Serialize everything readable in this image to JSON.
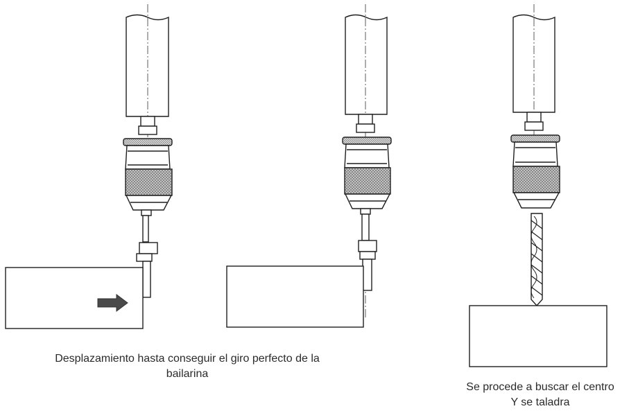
{
  "captions": {
    "left_line1": "Desplazamiento hasta conseguir el giro perfecto de la",
    "left_line2": "bailarina",
    "right_line1": "Se procede a buscar el centro",
    "right_line2": "Y se taladra"
  },
  "figures": [
    {
      "name": "drill-step-1",
      "tool": "edge-finder",
      "edge_finder_offset": true,
      "arrow": "right"
    },
    {
      "name": "drill-step-2",
      "tool": "edge-finder",
      "edge_finder_offset": false,
      "arrow": "none"
    },
    {
      "name": "drill-step-3",
      "tool": "drill-bit",
      "arrow": "none"
    }
  ],
  "colors": {
    "ink": "#1e1e1e",
    "knurl": "#b8b8b8",
    "arrow": "#4a4a4a",
    "centerline": "#333333"
  }
}
